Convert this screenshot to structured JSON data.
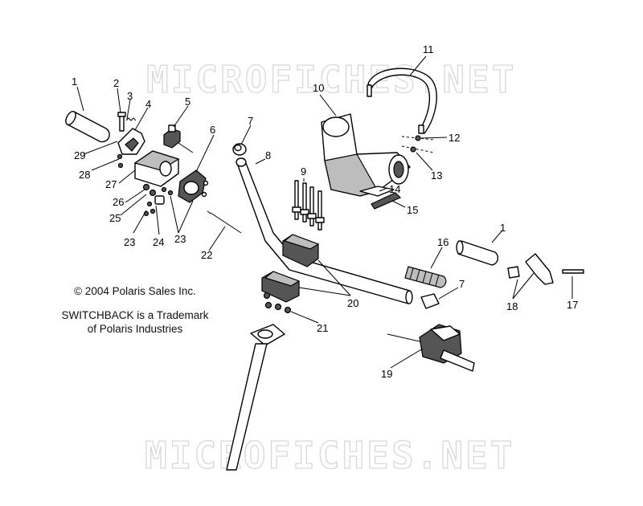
{
  "watermark": {
    "text": "MICROFICHES.NET"
  },
  "notes": {
    "copyright": "© 2004 Polaris Sales Inc.",
    "trademark_line1": "SWITCHBACK is a Trademark",
    "trademark_line2": "of Polaris Industries"
  },
  "callouts": [
    "1",
    "2",
    "3",
    "4",
    "5",
    "6",
    "7",
    "8",
    "9",
    "10",
    "11",
    "12",
    "13",
    "14",
    "15",
    "16",
    "7",
    "1",
    "17",
    "18",
    "19",
    "20",
    "21",
    "22",
    "23",
    "24",
    "23",
    "25",
    "26",
    "27",
    "28",
    "29"
  ]
}
